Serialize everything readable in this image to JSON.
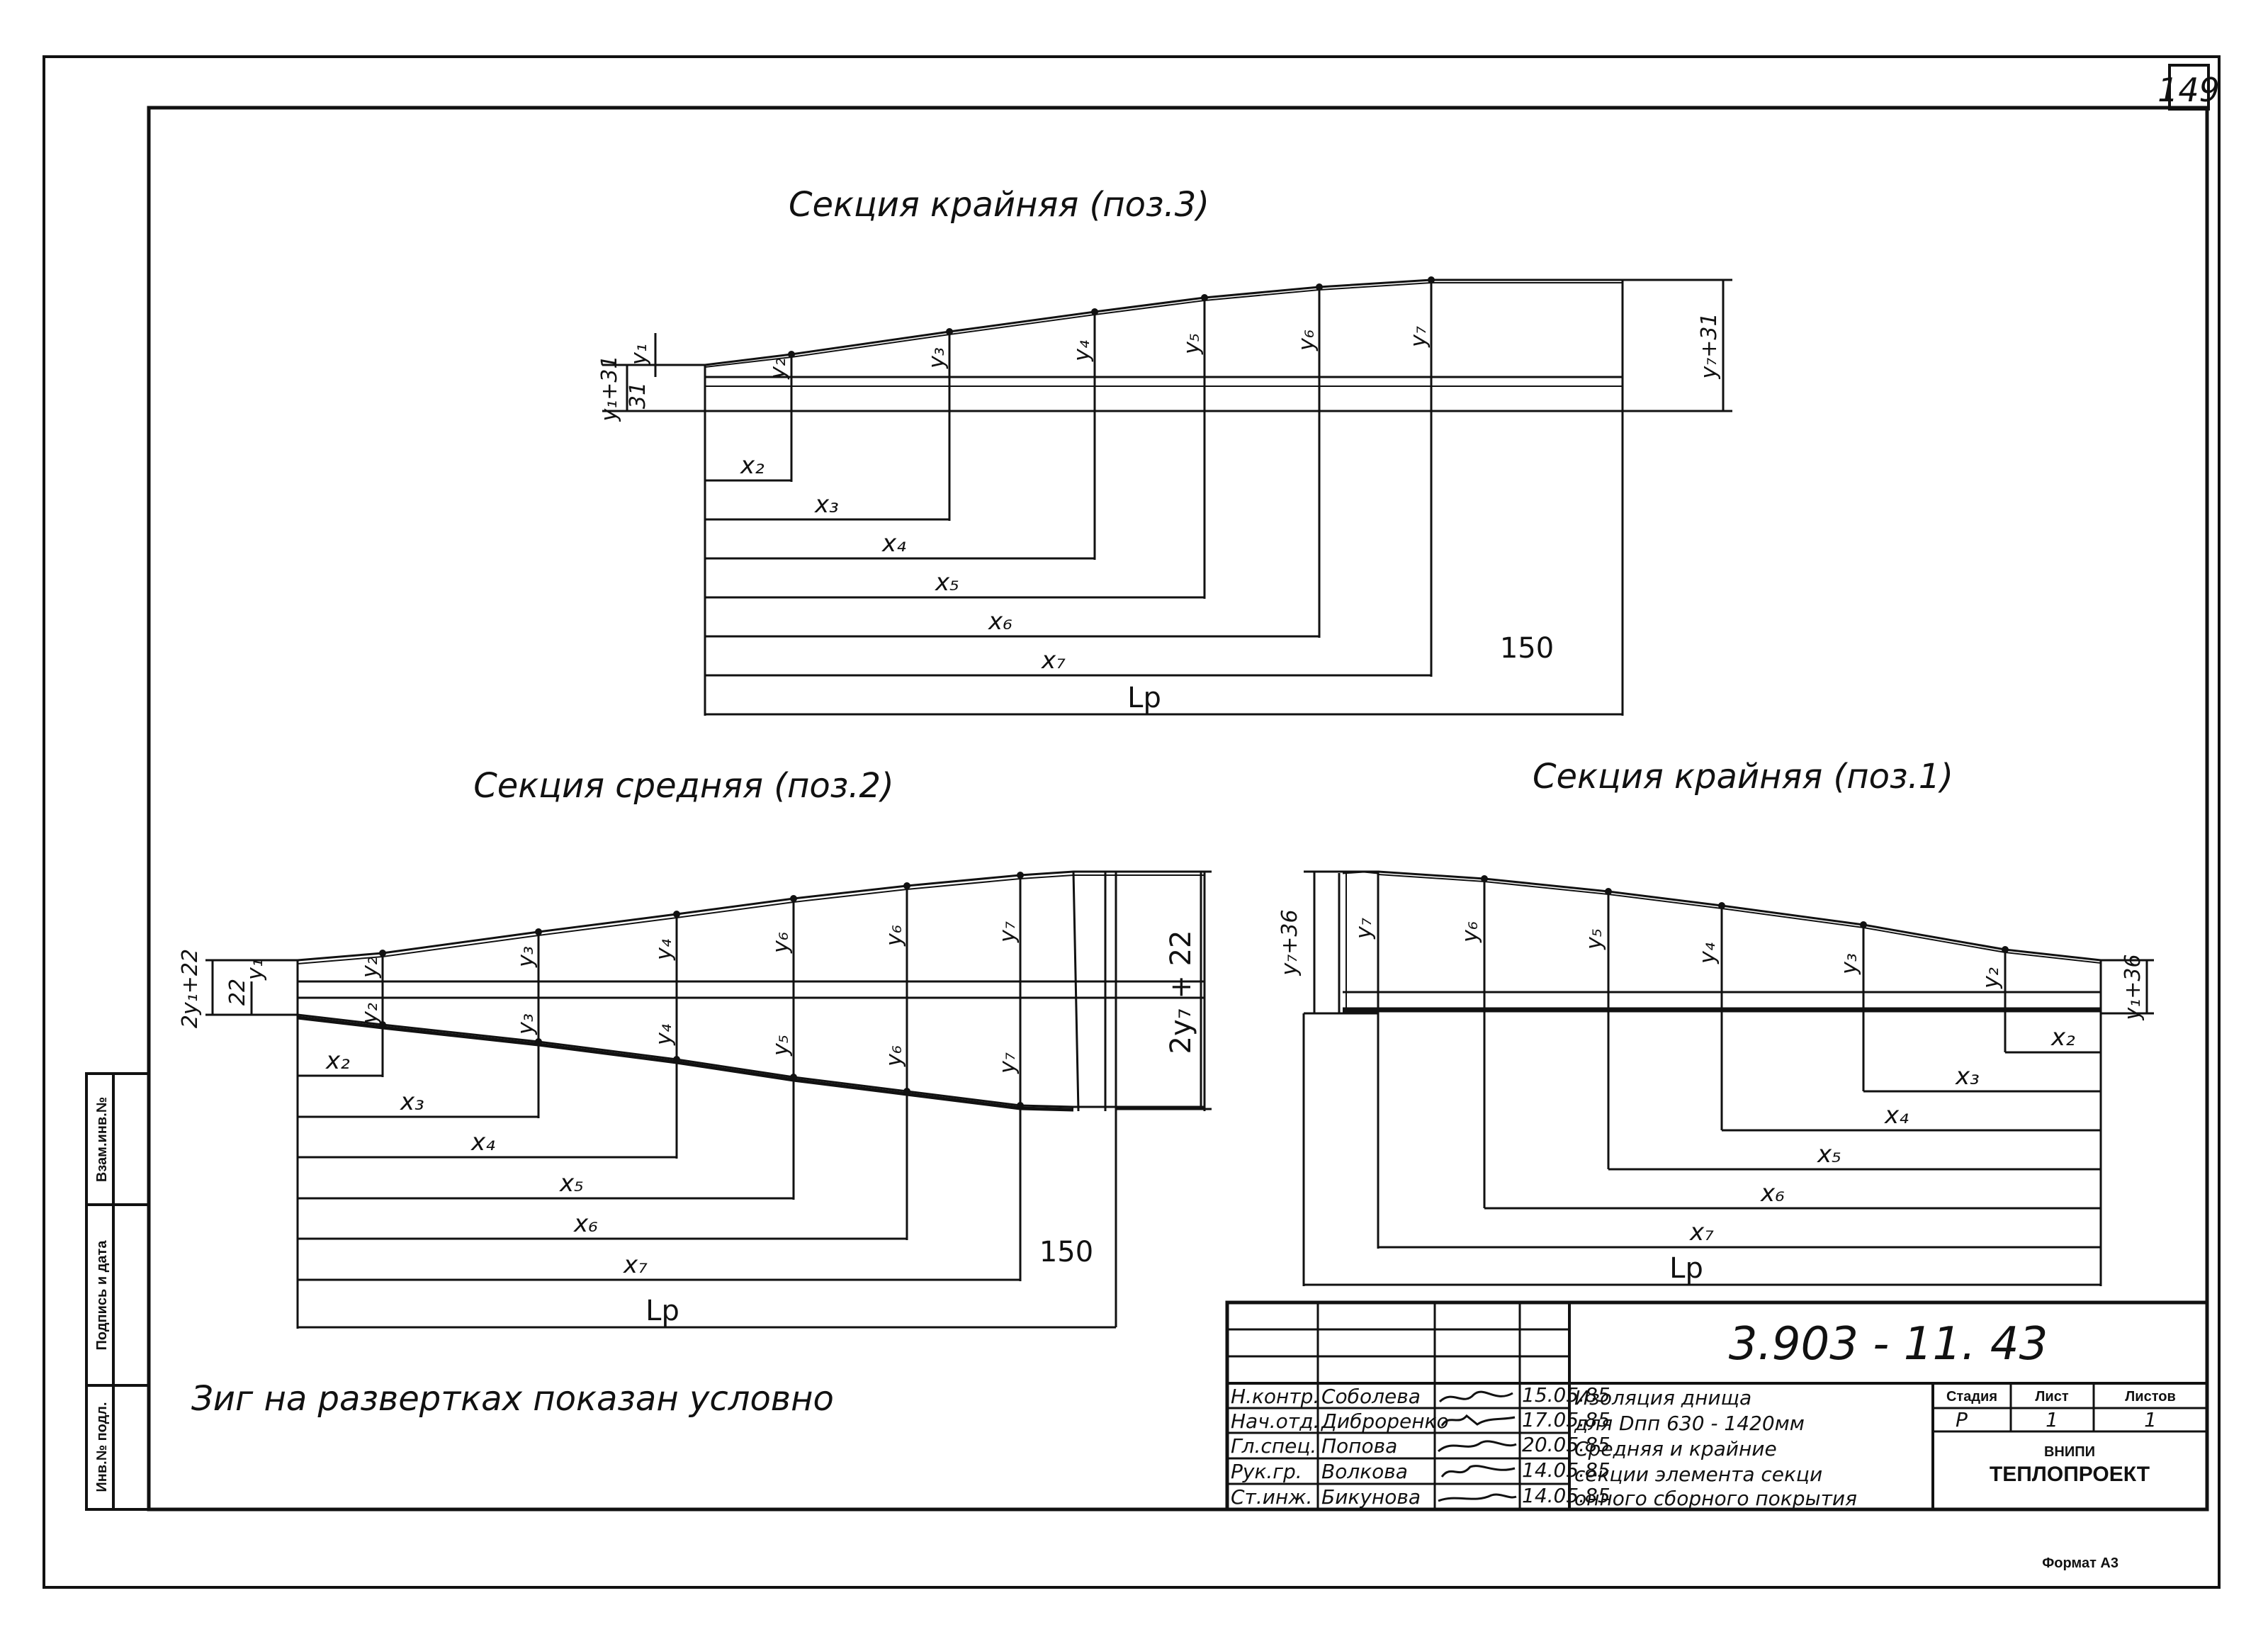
{
  "sheet": {
    "page_number": "149",
    "format_label": "Формат А3",
    "note": "Зиг на развертках показан условно"
  },
  "sections": {
    "top": {
      "title": "Секция крайняя (поз.3)",
      "left_outer_dim": "y₁+31",
      "left_inner_dim": "31",
      "y1": "y₁",
      "right_dim": "y₇+31",
      "y_labels": [
        "y₂",
        "y₃",
        "y₄",
        "y₅",
        "y₆",
        "y₇"
      ],
      "x_labels": [
        "x₂",
        "x₃",
        "x₄",
        "x₅",
        "x₆",
        "x₇"
      ],
      "flat_dim": "150",
      "total": "Lp"
    },
    "middle": {
      "title": "Секция средняя (поз.2)",
      "left_outer_dim": "2y₁+22",
      "left_inner_dim": "22",
      "y1": "y₁",
      "right_dim": "2y₇ + 22",
      "y_labels": [
        "y₂",
        "y₃",
        "y₄",
        "y₆",
        "y₆",
        "y₇"
      ],
      "y_labels_bottom": [
        "y₂",
        "y₃",
        "y₄",
        "y₅",
        "y₆",
        "y₇"
      ],
      "x_labels": [
        "x₂",
        "x₃",
        "x₄",
        "x₅",
        "x₆",
        "x₇"
      ],
      "flat_dim": "150",
      "total": "Lp"
    },
    "right": {
      "title": "Секция крайняя (поз.1)",
      "left_dim": "y₇+36",
      "right_dim": "y₁+36",
      "y_labels": [
        "y₇",
        "y₆",
        "y₅",
        "y₄",
        "y₃",
        "y₂"
      ],
      "x_labels": [
        "x₂",
        "x₃",
        "x₄",
        "x₅",
        "x₆",
        "x₇"
      ],
      "total": "Lp"
    }
  },
  "title_block": {
    "doc_number": "3.903 - 11. 43",
    "roles": [
      "Н.контр.",
      "Нач.отд.",
      "Гл.спец.",
      "Рук.гр.",
      "Ст.инж."
    ],
    "names": [
      "Соболева",
      "Диброренко",
      "Попова",
      "Волкова",
      "Бикунова"
    ],
    "dates": [
      "15.05.85",
      "17.05.85",
      "20.05.85",
      "14.05.85",
      "14.05.85"
    ],
    "description": [
      "Изоляция днища",
      "для Dпп 630 - 1420мм",
      "Средняя и крайние",
      "секции элемента секци",
      "онного сборного покрытия"
    ],
    "header_stage": "Стадия",
    "header_sheet": "Лист",
    "header_sheets": "Листов",
    "stage": "Р",
    "sheet": "1",
    "sheets": "1",
    "org_line1": "ВНИПИ",
    "org_line2": "ТЕПЛОПРОЕКТ"
  },
  "side_stamp": {
    "inv_no": "Инв.№ подл.",
    "sign_date": "Подпись и дата",
    "replace_inv": "Взам.инв.№"
  }
}
